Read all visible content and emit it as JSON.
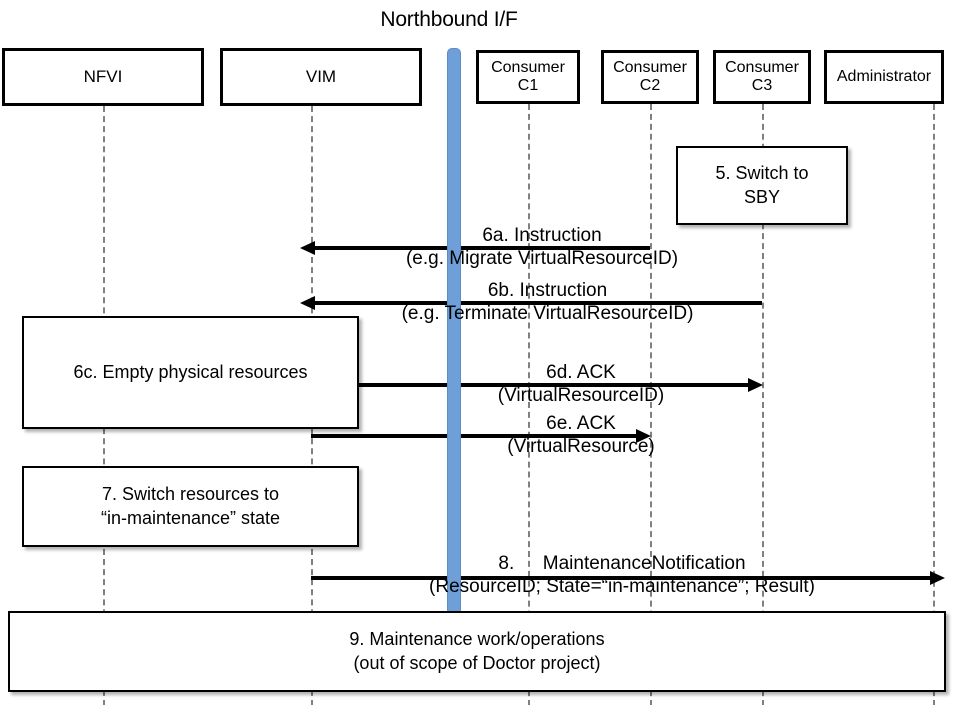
{
  "diagram": {
    "title": "Northbound I/F",
    "type": "sequence-diagram",
    "accent_color": "#6f9fd8",
    "line_color": "#000000",
    "lifeline_color": "#808080"
  },
  "actors": [
    {
      "id": "nfvi",
      "label_line1": "NFVI",
      "label_line2": ""
    },
    {
      "id": "vim",
      "label_line1": "VIM",
      "label_line2": ""
    },
    {
      "id": "c1",
      "label_line1": "Consumer",
      "label_line2": "C1"
    },
    {
      "id": "c2",
      "label_line1": "Consumer",
      "label_line2": "C2"
    },
    {
      "id": "c3",
      "label_line1": "Consumer",
      "label_line2": "C3"
    },
    {
      "id": "admin",
      "label_line1": "Administrator",
      "label_line2": ""
    }
  ],
  "notes": [
    {
      "id": "n5",
      "line1": "5. Switch to",
      "line2": "SBY"
    },
    {
      "id": "n6c",
      "line1": "6c. Empty physical resources",
      "line2": ""
    },
    {
      "id": "n7",
      "line1": "7. Switch resources to",
      "line2": "“in-maintenance” state"
    },
    {
      "id": "n9",
      "line1": "9. Maintenance work/operations",
      "line2": "(out of scope of Doctor project)"
    }
  ],
  "messages": [
    {
      "id": "m6a",
      "line1": "6a. Instruction",
      "line2": "(e.g. Migrate VirtualResourceID)",
      "from": "c2",
      "to": "vim",
      "direction": "left"
    },
    {
      "id": "m6b",
      "line1": "6b. Instruction",
      "line2": "(e.g. Terminate VirtualResourceID)",
      "from": "c3",
      "to": "vim",
      "direction": "left"
    },
    {
      "id": "m6d",
      "line1": "6d. ACK",
      "line2": "(VirtualResourceID)",
      "from": "vim",
      "to": "c3",
      "direction": "right"
    },
    {
      "id": "m6e",
      "line1": "6e. ACK",
      "line2": "(VirtualResource)",
      "from": "vim",
      "to": "c2",
      "direction": "right"
    },
    {
      "id": "m8",
      "line1": "8.  MaintenanceNotification",
      "line2": "(ResourceID; State=“in-maintenance”; Result)",
      "from": "vim",
      "to": "admin",
      "direction": "right"
    }
  ]
}
